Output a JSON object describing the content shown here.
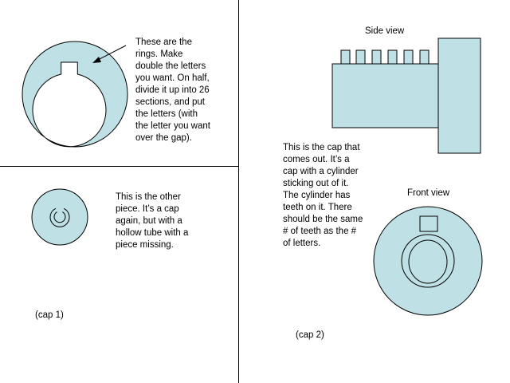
{
  "colors": {
    "fill": "#bfe0e4",
    "stroke": "#000000",
    "background": "#ffffff"
  },
  "panels": {
    "rings": {
      "note": "These are the\nrings. Make\ndouble the letters\nyou want. On half,\ndivide it up into 26\nsections, and put\nthe letters (with\nthe letter you want\nover the gap)."
    },
    "cap1": {
      "note": "This is the other\npiece. It’s a cap\nagain, but with a\nhollow tube with a\npiece missing.",
      "label": "(cap 1)"
    },
    "cap2": {
      "side_view_title": "Side view",
      "front_view_title": "Front view",
      "note": "This is the cap that\ncomes out. It’s a\ncap with a cylinder\nsticking out of it.\nThe cylinder has\nteeth on it. There\nshould be the same\n# of teeth as the #\nof letters.",
      "label": "(cap 2)"
    }
  }
}
